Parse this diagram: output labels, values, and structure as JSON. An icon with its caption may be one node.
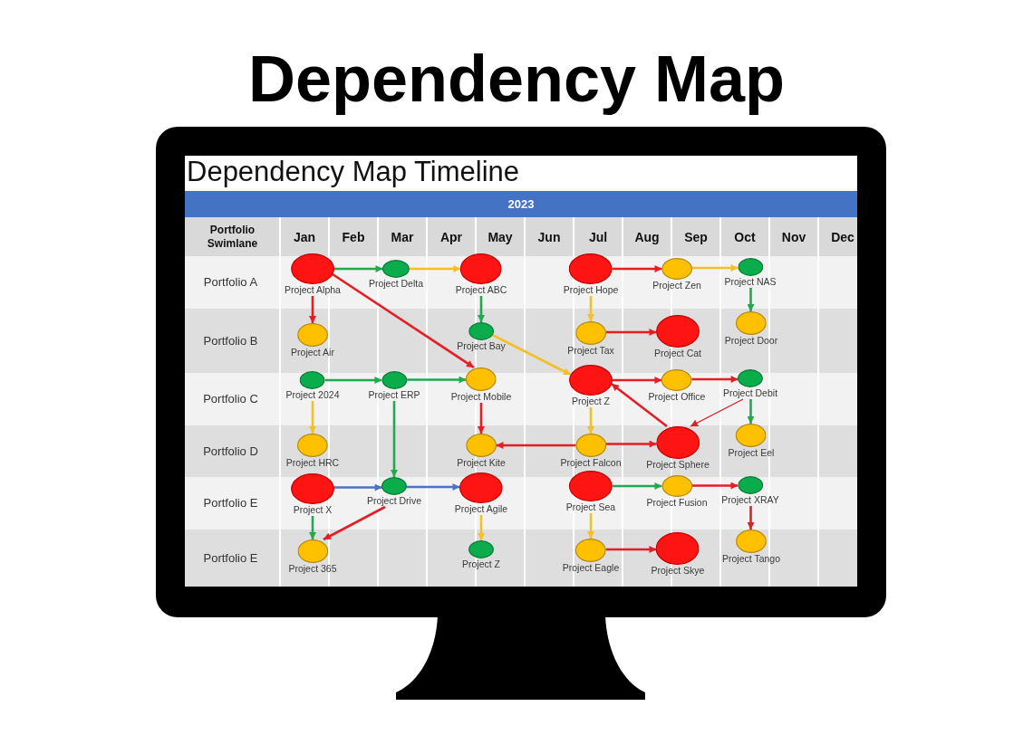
{
  "diagram": {
    "title": "Dependency Map",
    "nodes": [
      {
        "text": [
          "Project Alpha"
        ]
      },
      {
        "text": [
          "Project Delta"
        ]
      },
      {
        "text": [
          "Project ABC"
        ]
      },
      {
        "text": [
          "Project Hope"
        ]
      },
      {
        "text": [
          "Project Zen"
        ]
      },
      {
        "text": [
          "Project NAS"
        ]
      },
      {
        "text": [
          "Project Air"
        ]
      },
      {
        "text": [
          "Project Bay"
        ]
      },
      {
        "text": [
          "Project Tax"
        ]
      },
      {
        "text": [
          "Project Cat"
        ]
      },
      {
        "text": [
          "Project Door"
        ]
      },
      {
        "text": [
          "Project 2024"
        ]
      },
      {
        "text": [
          "Project ERP"
        ]
      },
      {
        "text": [
          "Project Mobile"
        ]
      },
      {
        "text": [
          "Project Z"
        ]
      },
      {
        "text": [
          "Project Office"
        ]
      },
      {
        "text": [
          "Project Debit"
        ]
      },
      {
        "text": [
          "Project HRC"
        ]
      },
      {
        "text": [
          "Project Kite"
        ]
      },
      {
        "text": [
          "Project Falcon"
        ]
      },
      {
        "text": [
          "Project Sphere"
        ]
      },
      {
        "text": [
          "Project Eel"
        ]
      },
      {
        "text": [
          "Project X"
        ]
      },
      {
        "text": [
          "Project Drive"
        ]
      },
      {
        "text": [
          "Project Agile"
        ]
      },
      {
        "text": [
          "Project Sea"
        ]
      },
      {
        "text": [
          "Project Fusion"
        ]
      },
      {
        "text": [
          "Project XRAY"
        ]
      },
      {
        "text": [
          "Project 365"
        ]
      },
      {
        "text": [
          "Project Z"
        ]
      },
      {
        "text": [
          "Project Eagle"
        ]
      },
      {
        "text": [
          "Project Skye"
        ]
      },
      {
        "text": [
          "Project Tango"
        ]
      }
    ],
    "edges": [
      {
        "from": 0,
        "to": 1,
        "arrow": "to",
        "color": "#22a84f"
      },
      {
        "from": 1,
        "to": 2,
        "arrow": "to",
        "color": "#f5bf2a"
      },
      {
        "from": 0,
        "to": 6,
        "arrow": "to",
        "color": "#e31e24"
      },
      {
        "from": 0,
        "to": 13,
        "arrow": "to",
        "color": "#e31e24"
      },
      {
        "from": 2,
        "to": 7,
        "arrow": "to",
        "color": "#22a84f"
      },
      {
        "from": 7,
        "to": 14,
        "arrow": "to",
        "color": "#f5bf2a"
      },
      {
        "from": 3,
        "to": 4,
        "arrow": "to",
        "color": "#e31e24"
      },
      {
        "from": 4,
        "to": 5,
        "arrow": "to",
        "color": "#f5bf2a"
      },
      {
        "from": 3,
        "to": 8,
        "arrow": "to",
        "color": "#f5bf2a"
      },
      {
        "from": 5,
        "to": 10,
        "arrow": "to",
        "color": "#22a84f"
      },
      {
        "from": 8,
        "to": 9,
        "arrow": "to",
        "color": "#e31e24"
      },
      {
        "from": 11,
        "to": 12,
        "arrow": "to",
        "color": "#22a84f"
      },
      {
        "from": 12,
        "to": 13,
        "arrow": "to",
        "color": "#22a84f"
      },
      {
        "from": 11,
        "to": 17,
        "arrow": "to",
        "color": "#f5bf2a"
      },
      {
        "from": 12,
        "to": 23,
        "arrow": "to",
        "color": "#22a84f"
      },
      {
        "from": 13,
        "to": 18,
        "arrow": "to",
        "color": "#e31e24"
      },
      {
        "from": 14,
        "to": 15,
        "arrow": "to",
        "color": "#e31e24"
      },
      {
        "from": 15,
        "to": 16,
        "arrow": "to",
        "color": "#e31e24"
      },
      {
        "from": 14,
        "to": 19,
        "arrow": "to",
        "color": "#f5bf2a"
      },
      {
        "from": 20,
        "to": 14,
        "arrow": "to",
        "color": "#e31e24"
      },
      {
        "from": 16,
        "to": 20,
        "arrow": "to",
        "color": "#e31e24"
      },
      {
        "from": 16,
        "to": 21,
        "arrow": "to",
        "color": "#22a84f"
      },
      {
        "from": 19,
        "to": 18,
        "arrow": "to",
        "color": "#e31e24"
      },
      {
        "from": 19,
        "to": 20,
        "arrow": "to",
        "color": "#e31e24"
      },
      {
        "from": 22,
        "to": 23,
        "arrow": "to",
        "color": "#4a72c4"
      },
      {
        "from": 23,
        "to": 24,
        "arrow": "to",
        "color": "#4a72c4"
      },
      {
        "from": 22,
        "to": 28,
        "arrow": "to",
        "color": "#22a84f"
      },
      {
        "from": 23,
        "to": 28,
        "arrow": "to",
        "color": "#e31e24"
      },
      {
        "from": 24,
        "to": 29,
        "arrow": "to",
        "color": "#f5bf2a"
      },
      {
        "from": 25,
        "to": 26,
        "arrow": "to",
        "color": "#22a84f"
      },
      {
        "from": 26,
        "to": 27,
        "arrow": "to",
        "color": "#e31e24"
      },
      {
        "from": 25,
        "to": 30,
        "arrow": "to",
        "color": "#f5bf2a"
      },
      {
        "from": 27,
        "to": 32,
        "arrow": "to",
        "color": "#e31e24"
      },
      {
        "from": 30,
        "to": 31,
        "arrow": "to",
        "color": "#e31e24"
      }
    ],
    "labels": [
      "Dependency Map Timeline",
      "2023",
      "Portfolio Swimlane",
      "Jan",
      "Feb",
      "Mar",
      "Apr",
      "May",
      "Jun",
      "Jul",
      "Aug",
      "Sep",
      "Oct",
      "Nov",
      "Dec",
      "Portfolio A",
      "Portfolio B",
      "Portfolio C",
      "Portfolio D",
      "Portfolio E",
      "Portfolio E"
    ]
  }
}
